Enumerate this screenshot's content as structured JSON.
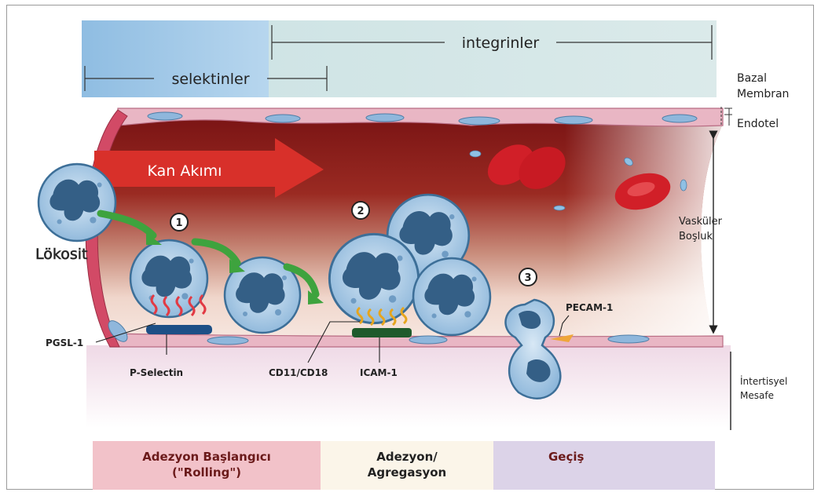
{
  "colors": {
    "selectin_band": "#a9cde8",
    "integrin_band": "#d5e6e4",
    "vessel_wall": "#e9b6c4",
    "lumen_dark": "#7a1414",
    "lumen_mid": "#b24a3c",
    "lumen_light": "#f3d9cf",
    "cell_fill": "#9fc3e2",
    "cell_stroke": "#3d6f98",
    "nucleus": "#345f86",
    "rbc": "#d11f28",
    "arrow_red": "#d8302a",
    "arrow_green": "#3ea33e",
    "bottom_pink": "#f2c2c9",
    "bottom_cream": "#fbf5e9",
    "bottom_lavender": "#dcd3e8"
  },
  "bands": {
    "integrins_label": "integrinler",
    "selectins_label": "selektinler"
  },
  "right_labels": {
    "basal_membrane_line1": "Bazal",
    "basal_membrane_line2": "Membran",
    "endothelium": "Endotel",
    "vascular_space_line1": "Vasküler",
    "vascular_space_line2": "Boşluk",
    "interstitial_line1": "İntertisyel",
    "interstitial_line2": "Mesafe"
  },
  "vessel": {
    "blood_flow_label": "Kan Akımı",
    "leukocyte_label": "Lökosit"
  },
  "steps": {
    "step1": "1",
    "step2": "2",
    "step3": "3"
  },
  "molecules": {
    "psgl1": "PGSL-1",
    "p_selectin": "P-Selectin",
    "cd11_cd18": "CD11/CD18",
    "icam1": "ICAM-1",
    "pecam1": "PECAM-1"
  },
  "phases": {
    "rolling_line1": "Adezyon Başlangıcı",
    "rolling_line2": "(\"Rolling\")",
    "aggregation_line1": "Adezyon/",
    "aggregation_line2": "Agregasyon",
    "transmigration": "Geçiş"
  }
}
